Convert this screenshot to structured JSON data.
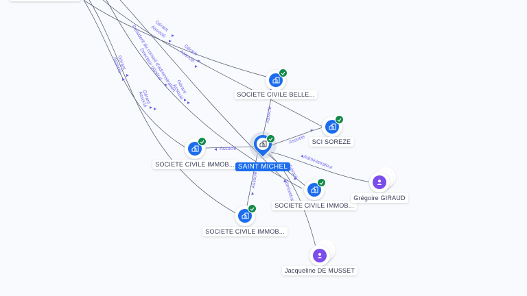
{
  "graph": {
    "center": {
      "label": "SAINT MICHEL",
      "type": "company",
      "verified": true
    },
    "nodes": [
      {
        "id": "belle",
        "label": "SOCIETE CIVILE BELLE...",
        "type": "company",
        "verified": true
      },
      {
        "id": "soreze",
        "label": "SCI SOREZE",
        "type": "company",
        "verified": true
      },
      {
        "id": "immob1",
        "label": "SOCIETE CIVILE IMMOB...",
        "type": "company",
        "verified": true
      },
      {
        "id": "immob2",
        "label": "SOCIETE CIVILE IMMOB...",
        "type": "company",
        "verified": true
      },
      {
        "id": "immob3",
        "label": "SOCIETE CIVILE IMMOB...",
        "type": "company",
        "verified": true
      },
      {
        "id": "giraud",
        "label": "Grégoire GIRAUD",
        "type": "person"
      },
      {
        "id": "musset",
        "label": "Jacqueline DE MUSSET",
        "type": "person"
      }
    ],
    "edge_labels": {
      "associe": "Associé",
      "gerant": "Gérant",
      "administrateur": "Administrateur",
      "president": "Président du conseil d'administration",
      "directeur": "Directeur général"
    }
  },
  "colors": {
    "company": "#1c6ded",
    "person": "#7c4dea",
    "verified": "#128a4a",
    "edge_label": "#7267ee"
  }
}
